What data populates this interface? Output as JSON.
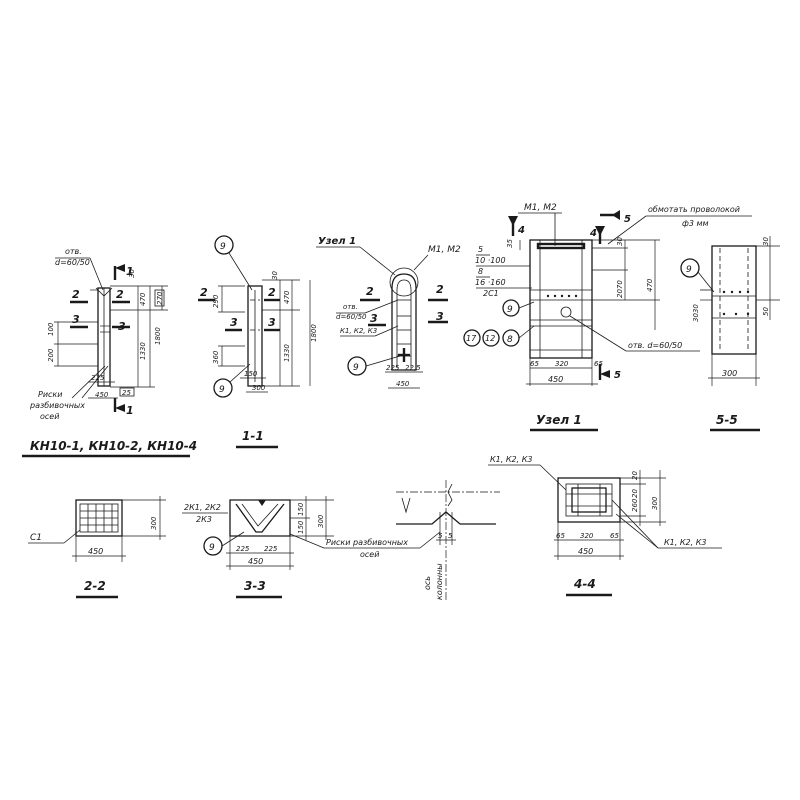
{
  "sheet": {
    "main_title": "КН10-1, КН10-2, КН10-4",
    "hole_label": "отв.",
    "hole_dia": "d=60/50",
    "hole_note": "отв. d=60/50",
    "risk_note_1": "Риски",
    "risk_note_2": "разбивочных",
    "risk_note_3": "осей",
    "risk_note_full": "Риски разбивочных",
    "risk_note_axes": "осей",
    "node_label": "Узел 1",
    "m1m2": "М1, М2",
    "k123": "К1, К2, К3",
    "wire_note_1": "обмотать проволокой",
    "wire_note_2": "ф3 мм",
    "c1": "С1",
    "c1_2": "2С1",
    "k2_1": "2К1, 2К2",
    "k2_2": "2К3",
    "axis_col": "ось",
    "axis_col2": "колонны"
  },
  "sections": {
    "s11": "1-1",
    "s22": "2-2",
    "s33": "3-3",
    "s44": "4-4",
    "s55": "5-5",
    "node": "Узел 1"
  },
  "marks": {
    "m1": "1",
    "m2": "2",
    "m3": "3",
    "m4": "4",
    "m5": "5"
  },
  "callouts": {
    "c9": "9",
    "c8": "8",
    "c12": "12",
    "c17": "17"
  },
  "dims": {
    "d30": "30",
    "d35": "35",
    "d450": "450",
    "d470": "470",
    "d1330": "1330",
    "d1800": "1800",
    "d200": "200",
    "d100": "100",
    "d225": "225",
    "d25": "25",
    "d290": "290",
    "d270": "270",
    "d360": "360",
    "d150": "150",
    "d300": "300",
    "d22_5": "22,5",
    "d320": "320",
    "d65": "65",
    "d2070": "2070",
    "d3030": "3030",
    "d50": "50",
    "d5": "5",
    "d20": "20",
    "d260": "260",
    "d150b": "150",
    "r5_100": "5",
    "r10_100": "10 ·100",
    "r8": "8",
    "r16_160": "16 ·160"
  }
}
